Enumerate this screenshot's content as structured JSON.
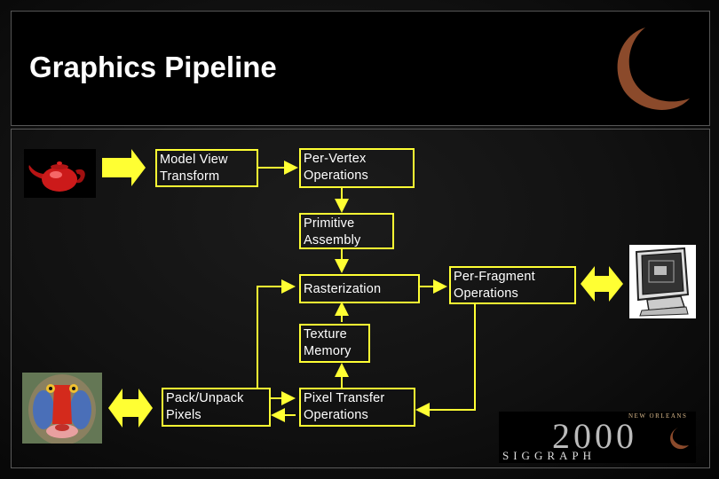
{
  "title": "Graphics Pipeline",
  "boxes": {
    "model_view": "Model View Transform",
    "per_vertex": "Per-Vertex Operations",
    "primitive_assembly": "Primitive Assembly",
    "rasterization": "Rasterization",
    "per_fragment": "Per-Fragment Operations",
    "texture_memory": "Texture Memory",
    "pack_unpack": "Pack/Unpack Pixels",
    "pixel_transfer": "Pixel Transfer Operations"
  },
  "logo": {
    "number": "2000",
    "wordmark": "SIGGRAPH",
    "city": "NEW ORLEANS"
  },
  "colors": {
    "accent": "#ffff33",
    "moon": "#8b4a2b",
    "text": "#ffffff"
  },
  "icons": [
    "crescent-moon-icon",
    "teapot-image",
    "mandrill-image",
    "monitor-image"
  ]
}
